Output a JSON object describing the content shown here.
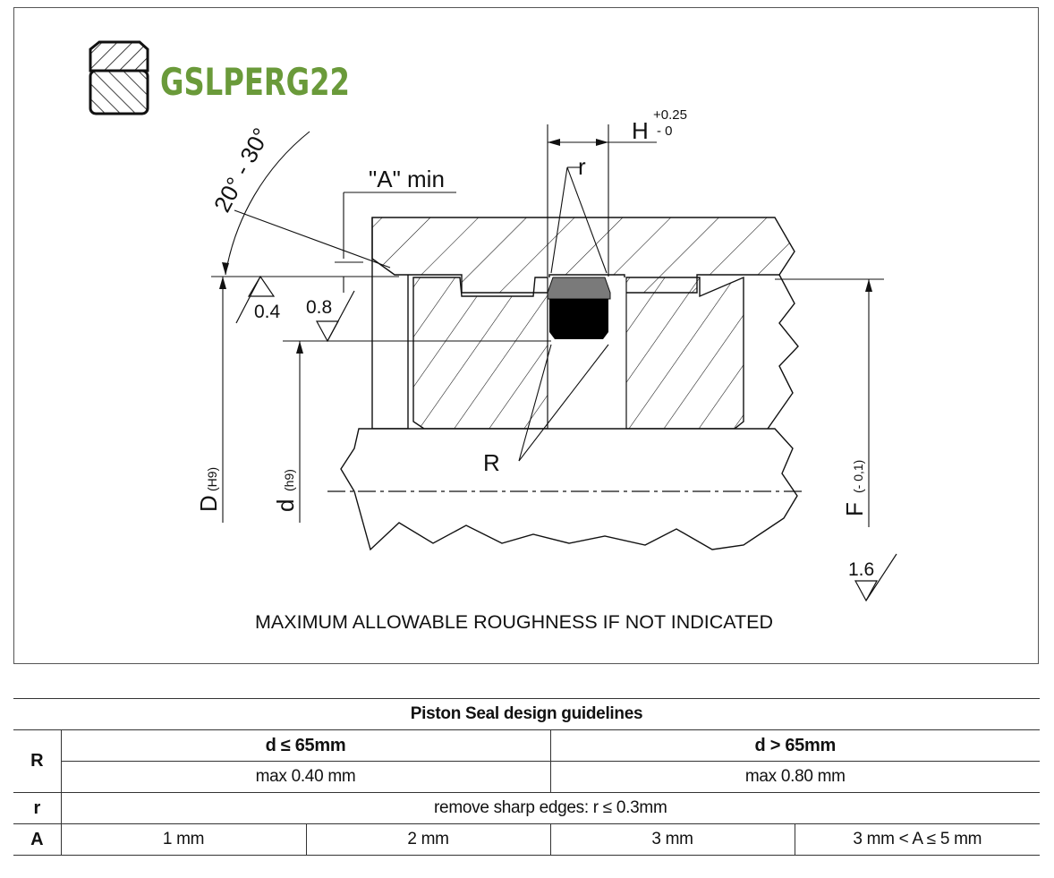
{
  "brand": {
    "name": "GSLPERG22",
    "color": "#6a9a3a",
    "icon": "seal-profile-logo-icon"
  },
  "drawing": {
    "tolerance_H_plus": "+0.25",
    "tolerance_H_minus": "- 0",
    "H": "H",
    "angle": "20° - 30°",
    "A_min": "\"A\" min",
    "r": "r",
    "R": "R",
    "roughness_04": "0.4",
    "roughness_08": "0.8",
    "roughness_16": "1.6",
    "D": "D",
    "D_tol": "(H9)",
    "d": "d",
    "d_tol": "(h9)",
    "F": "F",
    "F_tol": "(- 0,1)",
    "note": "MAXIMUM ALLOWABLE ROUGHNESS IF NOT INDICATED",
    "colors": {
      "seal_upper": "#7a7a7a",
      "seal_lower": "#000000",
      "lines": "#111111"
    }
  },
  "table": {
    "title": "Piston Seal design guidelines",
    "R_label": "R",
    "r_label": "r",
    "A_label": "A",
    "col_small": "d ≤ 65mm",
    "col_large": "d > 65mm",
    "R_small": "max 0.40 mm",
    "R_large": "max 0.80 mm",
    "r_value": "remove sharp edges: r  ≤ 0.3mm",
    "A_values": [
      "1 mm",
      "2 mm",
      "3 mm",
      "3 mm < A ≤ 5 mm"
    ]
  }
}
